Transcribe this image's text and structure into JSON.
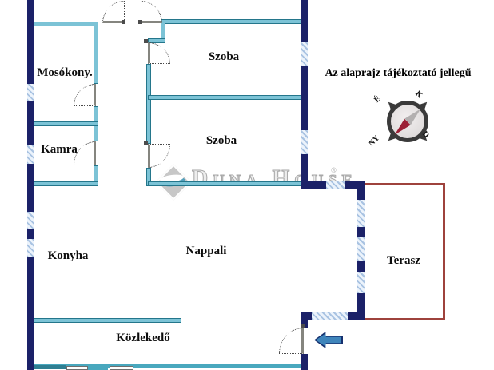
{
  "title": "Az alaprajz tájékoztató jellegű",
  "rooms": {
    "mosokony": "Mosókony.",
    "szoba_1": "Szoba",
    "szoba_2": "Szoba",
    "kamra": "Kamra",
    "konyha": "Konyha",
    "nappali": "Nappali",
    "kozlekedo": "Közlekedő",
    "terasz": "Terasz"
  },
  "compass": {
    "north": "É",
    "east": "K",
    "south": "D",
    "west": "NY"
  },
  "watermark": {
    "brand": "Duna House",
    "registered": "®"
  },
  "colors": {
    "exterior_wall": "#1b2168",
    "interior_wall": "#7cc3d6",
    "interior_wall_edge": "#24768b",
    "window_hatch": "#a9c3e2",
    "terrace_outline": "#9e423c",
    "entry_arrow": "#3f85bb",
    "compass_needle_north": "#9c2036",
    "door_leaf": "#85857f",
    "watermark_gray": "#c7c7c7"
  }
}
